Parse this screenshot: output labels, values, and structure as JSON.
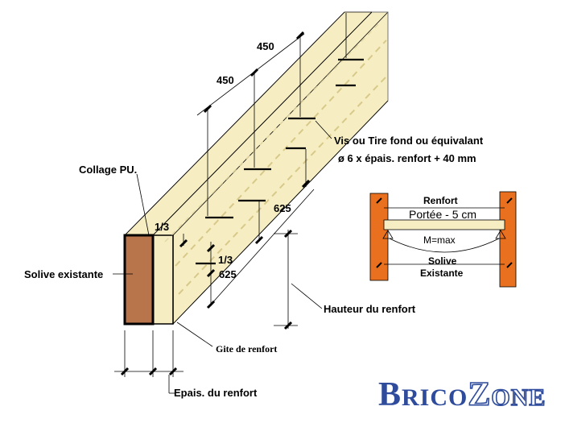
{
  "labels": {
    "collage": "Collage PU.",
    "solive_existante": "Solive existante",
    "gite": "Gite de renfort",
    "epais": "Epais. du renfort",
    "hauteur": "Hauteur du renfort",
    "vis_line1": "Vis ou Tire fond  ou équivalant",
    "vis_line2": "ø 6 x épais. renfort + 40 mm"
  },
  "dimensions": {
    "d450_a": "450",
    "d450_b": "450",
    "d625_a": "625",
    "d625_b": "625",
    "third_a": "1/3",
    "third_b": "1/3"
  },
  "inset": {
    "renfort": "Renfort",
    "portee": "Portée - 5 cm",
    "mmax": "M=max",
    "solive": "Solive",
    "existante": "Existante"
  },
  "logo": {
    "b": "B",
    "rico": "RICO",
    "z": "Z",
    "one": "ONE"
  },
  "colors": {
    "wood": "#f6eec2",
    "joist": "#b8744a",
    "inset_post": "#e8701e",
    "logo": "#2f4c9c"
  }
}
